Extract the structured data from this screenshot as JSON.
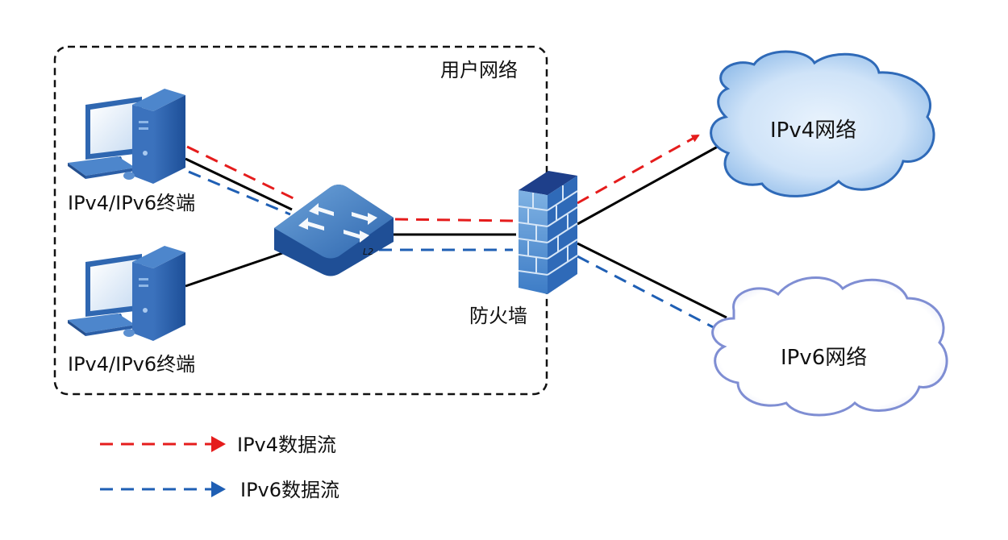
{
  "diagram": {
    "user_network": {
      "label": "用户网络"
    },
    "terminals": [
      {
        "id": "terminal-1",
        "label": "IPv4/IPv6终端"
      },
      {
        "id": "terminal-2",
        "label": "IPv4/IPv6终端"
      }
    ],
    "switch": {
      "label": "L2"
    },
    "firewall": {
      "label": "防火墙"
    },
    "clouds": [
      {
        "id": "ipv4-network",
        "label": "IPv4网络"
      },
      {
        "id": "ipv6-network",
        "label": "IPv6网络"
      }
    ],
    "legend": [
      {
        "id": "ipv4-flow",
        "label": "IPv4数据流",
        "color": "#e51c1c"
      },
      {
        "id": "ipv6-flow",
        "label": "IPv6数据流",
        "color": "#1f5fb4"
      }
    ],
    "colors": {
      "ipv4_flow": "#e51c1c",
      "ipv6_flow": "#1f5fb4",
      "link": "#000000",
      "device_blue": "#2f67b1"
    }
  }
}
